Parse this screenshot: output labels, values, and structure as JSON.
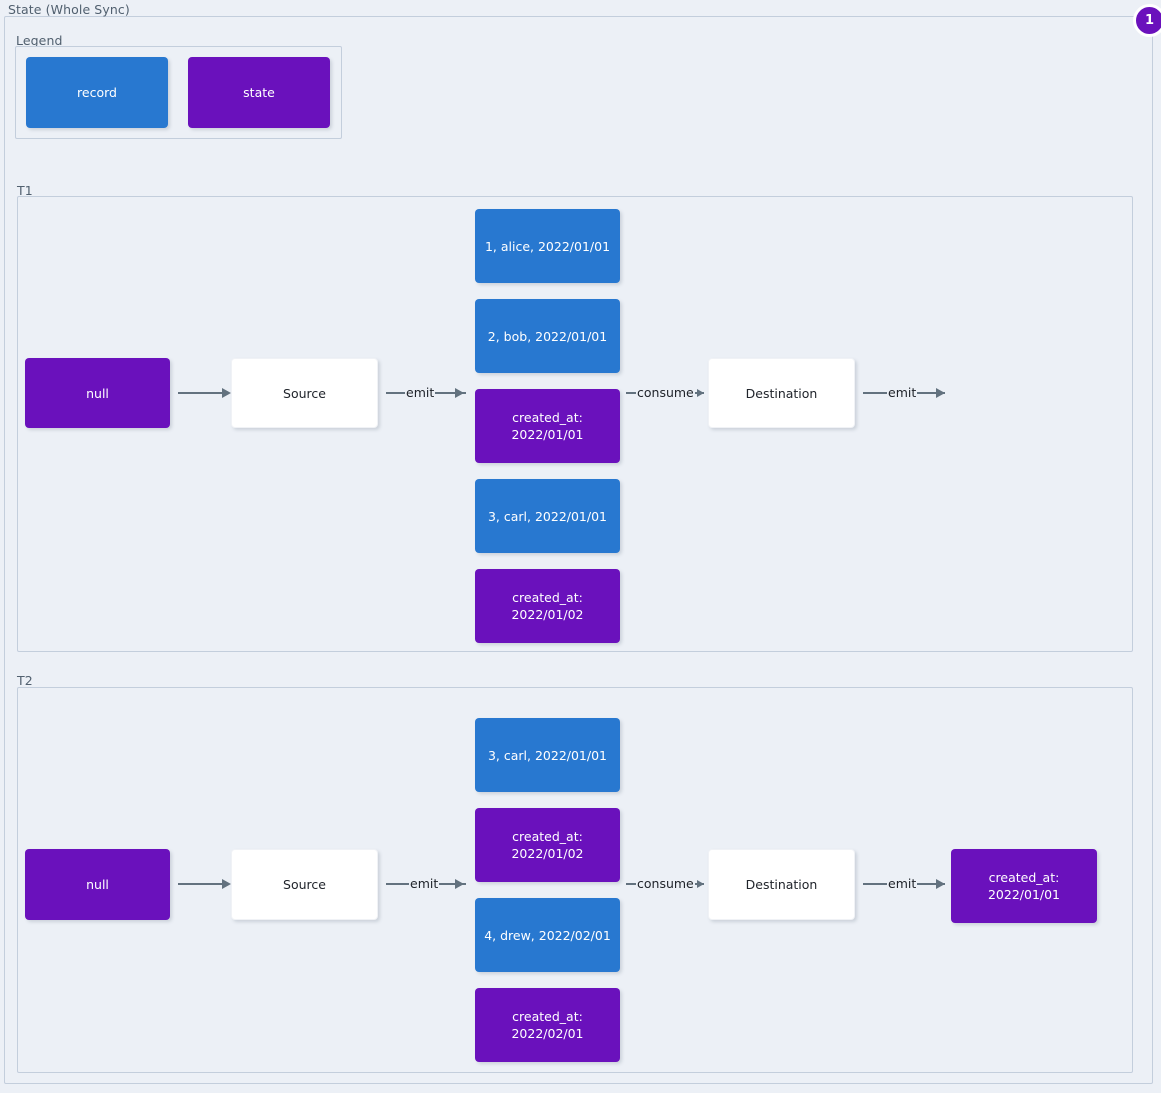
{
  "diagram": {
    "title": "State (Whole Sync)",
    "badge": "1"
  },
  "legend": {
    "label": "Legend",
    "items": [
      {
        "label": "record",
        "kind": "record",
        "color": "#2878D0"
      },
      {
        "label": "state",
        "kind": "state",
        "color": "#6A11BC"
      }
    ]
  },
  "colors": {
    "record": "#2878D0",
    "state": "#6A11BC",
    "plain": "#FFFFFF",
    "background": "#ECF0F6",
    "border": "#C3CEDC",
    "edge": "#63727F",
    "label_text": "#51606F"
  },
  "sections": [
    {
      "label": "T1",
      "nodes": {
        "initial_state": "null",
        "source": "Source",
        "destination": "Destination",
        "middle": [
          {
            "kind": "record",
            "label": "1, alice, 2022/01/01"
          },
          {
            "kind": "record",
            "label": "2, bob, 2022/01/01"
          },
          {
            "kind": "state",
            "label": "created_at:\n2022/01/01"
          },
          {
            "kind": "record",
            "label": "3, carl, 2022/01/01"
          },
          {
            "kind": "state",
            "label": "created_at:\n2022/01/02"
          }
        ],
        "final_state": null
      },
      "edges": [
        {
          "label": ""
        },
        {
          "label": "emit"
        },
        {
          "label": "consume"
        },
        {
          "label": "emit"
        }
      ]
    },
    {
      "label": "T2",
      "nodes": {
        "initial_state": "null",
        "source": "Source",
        "destination": "Destination",
        "middle": [
          {
            "kind": "record",
            "label": "3, carl, 2022/01/01"
          },
          {
            "kind": "state",
            "label": "created_at:\n2022/01/02"
          },
          {
            "kind": "record",
            "label": "4, drew, 2022/02/01"
          },
          {
            "kind": "state",
            "label": "created_at:\n2022/02/01"
          }
        ],
        "final_state": "created_at:\n2022/01/01"
      },
      "edges": [
        {
          "label": ""
        },
        {
          "label": "emit"
        },
        {
          "label": "consume"
        },
        {
          "label": "emit"
        }
      ]
    }
  ]
}
